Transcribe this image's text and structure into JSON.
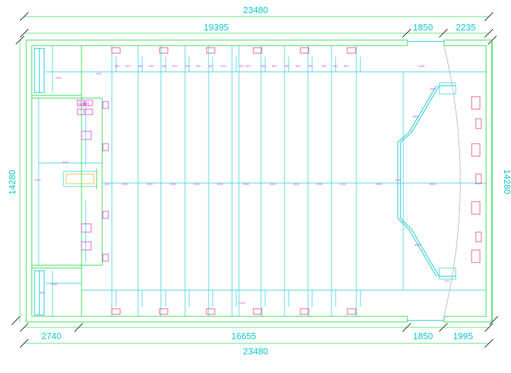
{
  "dimensions": {
    "top_total": "23480",
    "top_left": "19395",
    "top_mid": "1850",
    "top_right": "2235",
    "bottom_left": "2740",
    "bottom_mid_left": "16655",
    "bottom_mid": "1850",
    "bottom_right": "1995",
    "bottom_total": "23480",
    "left_height": "14280",
    "right_height": "14280"
  },
  "colors": {
    "dimension": "#10c8d0",
    "wall_cyan": "#16c9d4",
    "wall_green": "#33dd55",
    "annotation_magenta": "#d43ad4",
    "fixture_red": "#e0406a"
  },
  "annotations": {
    "room_label": "设备间",
    "row_top": [
      "380",
      "800",
      "380",
      "800",
      "380",
      "800",
      "380",
      "800",
      "380",
      "1200",
      "380",
      "800",
      "380",
      "800",
      "380",
      "800",
      "380",
      "800",
      "380",
      "800",
      "6180"
    ],
    "row_mid": [
      "600",
      "1200",
      "1200",
      "1200",
      "1200",
      "1200",
      "1500",
      "1200",
      "1200",
      "1200",
      "1200",
      "2500",
      "2500"
    ],
    "small": [
      "1490",
      "2090",
      "3200",
      "2280",
      "800",
      "5800",
      "2500",
      "5800",
      "1200",
      "4450",
      "900",
      "1500"
    ]
  }
}
